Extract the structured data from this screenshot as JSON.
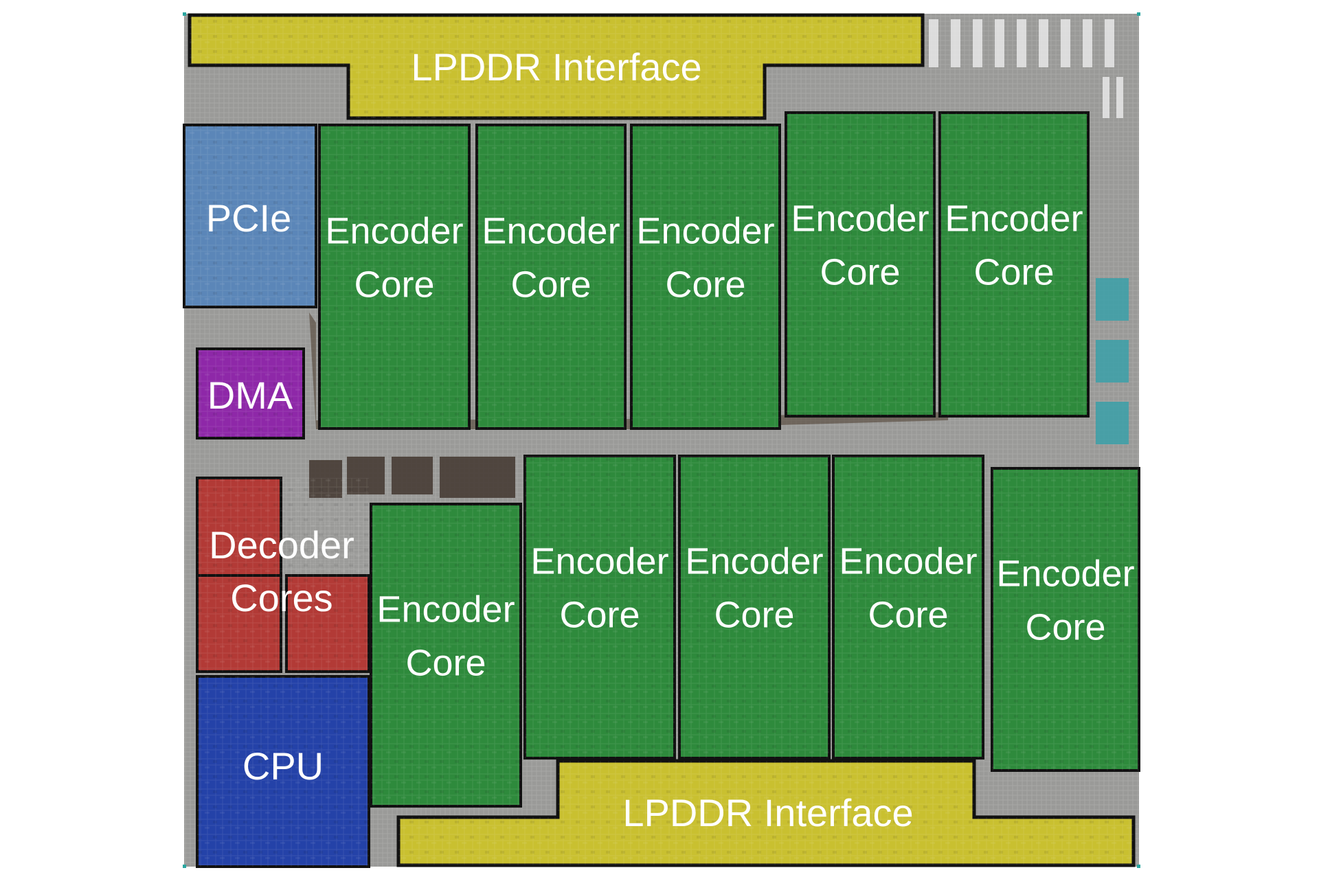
{
  "colors": {
    "die_background": "#9a9a98",
    "lpddr": "#c9c030",
    "pcie": "#5b86b8",
    "dma": "#8e28a8",
    "decoder": "#b23a36",
    "cpu": "#2442a8",
    "encoder": "#2e8a3c",
    "outline": "#111111",
    "label_text": "#ffffff"
  },
  "blocks": {
    "lpddr_top": {
      "label": "LPDDR Interface"
    },
    "lpddr_bottom": {
      "label": "LPDDR Interface"
    },
    "pcie": {
      "label": "PCIe"
    },
    "dma": {
      "label": "DMA"
    },
    "decoder": {
      "label_line1": "Decoder",
      "label_line2": "Cores"
    },
    "cpu": {
      "label": "CPU"
    },
    "encoder": {
      "label_line1": "Encoder",
      "label_line2": "Core"
    }
  }
}
